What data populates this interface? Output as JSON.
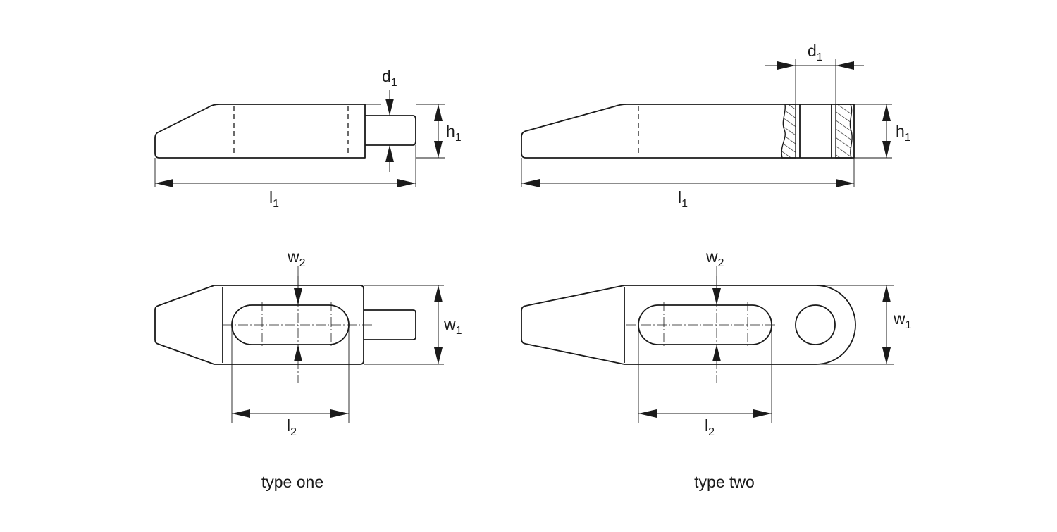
{
  "types": [
    {
      "caption": "type one",
      "side_view": {
        "d": "d",
        "d_sub": "1",
        "h": "h",
        "h_sub": "1",
        "l": "l",
        "l_sub": "1"
      },
      "top_view": {
        "w2": "w",
        "w2_sub": "2",
        "w1": "w",
        "w1_sub": "1",
        "l2": "l",
        "l2_sub": "2"
      }
    },
    {
      "caption": "type two",
      "side_view": {
        "d": "d",
        "d_sub": "1",
        "h": "h",
        "h_sub": "1",
        "l": "l",
        "l_sub": "1"
      },
      "top_view": {
        "w2": "w",
        "w2_sub": "2",
        "w1": "w",
        "w1_sub": "1",
        "l2": "l",
        "l2_sub": "2"
      }
    }
  ],
  "colors": {
    "line": "#1a1a1a",
    "background": "#ffffff"
  }
}
